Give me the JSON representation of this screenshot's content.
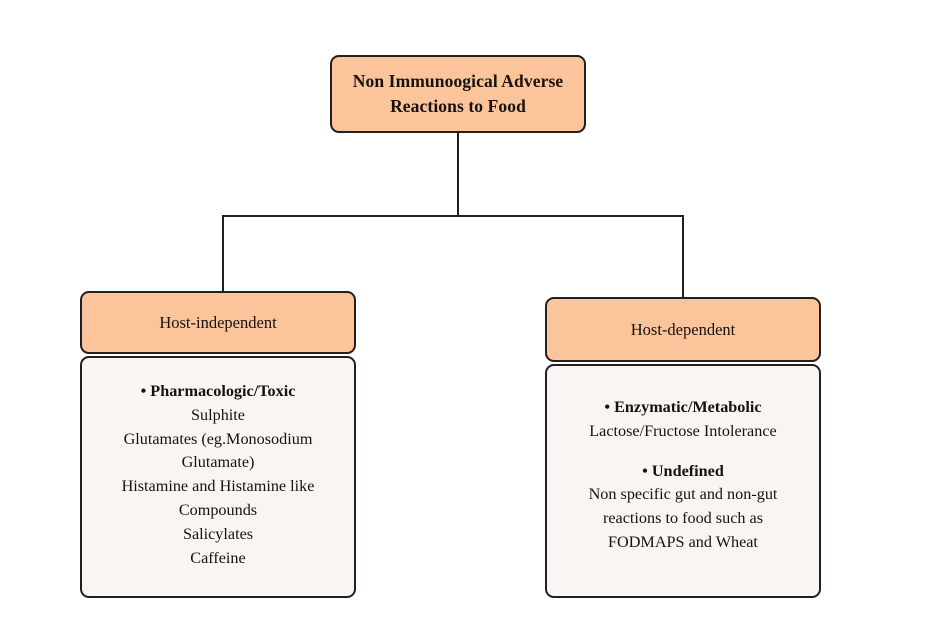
{
  "diagram": {
    "title": "Non Immunoogical Adverse Reactions to Food",
    "colors": {
      "header_fill": "#fbc49a",
      "content_fill": "#faf4f3",
      "stroke": "#231f1c",
      "background": "#ffffff",
      "text": "#17120f"
    },
    "root": {
      "label_line1": "Non Immunoogical Adverse",
      "label_line2": "Reactions to Food"
    },
    "branches": [
      {
        "id": "host-independent",
        "header": "Host-independent",
        "lines": [
          {
            "text": "• Pharmacologic/Toxic",
            "bold": true
          },
          {
            "text": "Sulphite",
            "bold": false
          },
          {
            "text": "Glutamates (eg.Monosodium",
            "bold": false
          },
          {
            "text": "Glutamate)",
            "bold": false
          },
          {
            "text": "Histamine and Histamine like",
            "bold": false
          },
          {
            "text": "Compounds",
            "bold": false
          },
          {
            "text": "Salicylates",
            "bold": false
          },
          {
            "text": "Caffeine",
            "bold": false
          }
        ]
      },
      {
        "id": "host-dependent",
        "header": "Host-dependent",
        "lines": [
          {
            "text": "• Enzymatic/Metabolic",
            "bold": true
          },
          {
            "text": "Lactose/Fructose Intolerance",
            "bold": false
          },
          {
            "text": "",
            "bold": false,
            "spacer": true
          },
          {
            "text": "• Undefined",
            "bold": true
          },
          {
            "text": "Non specific gut and non-gut",
            "bold": false
          },
          {
            "text": "reactions to food such as",
            "bold": false
          },
          {
            "text": "FODMAPS and Wheat",
            "bold": false
          }
        ]
      }
    ]
  }
}
